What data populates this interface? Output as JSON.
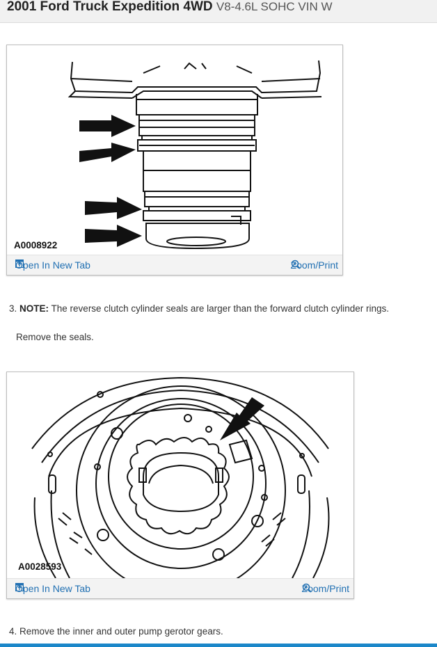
{
  "header": {
    "vehicle": "2001 Ford Truck Expedition 4WD",
    "engine": "V8-4.6L SOHC VIN W"
  },
  "figures": [
    {
      "code": "A0008922",
      "open_label": "Open In New Tab",
      "zoom_label": "Zoom/Print"
    },
    {
      "code": "A0028593",
      "open_label": "Open In New Tab",
      "zoom_label": "Zoom/Print"
    }
  ],
  "steps": [
    {
      "number": "3.",
      "note_label": "NOTE:",
      "note_text": " The reverse clutch cylinder seals are larger than the forward clutch cylinder rings.",
      "text": "Remove the seals."
    },
    {
      "number": "4.",
      "text": "Remove the inner and outer pump gerotor gears."
    }
  ],
  "colors": {
    "link": "#1f6fb2",
    "footer_accent": "#1b87c9",
    "header_bg": "#f1f1f1"
  }
}
